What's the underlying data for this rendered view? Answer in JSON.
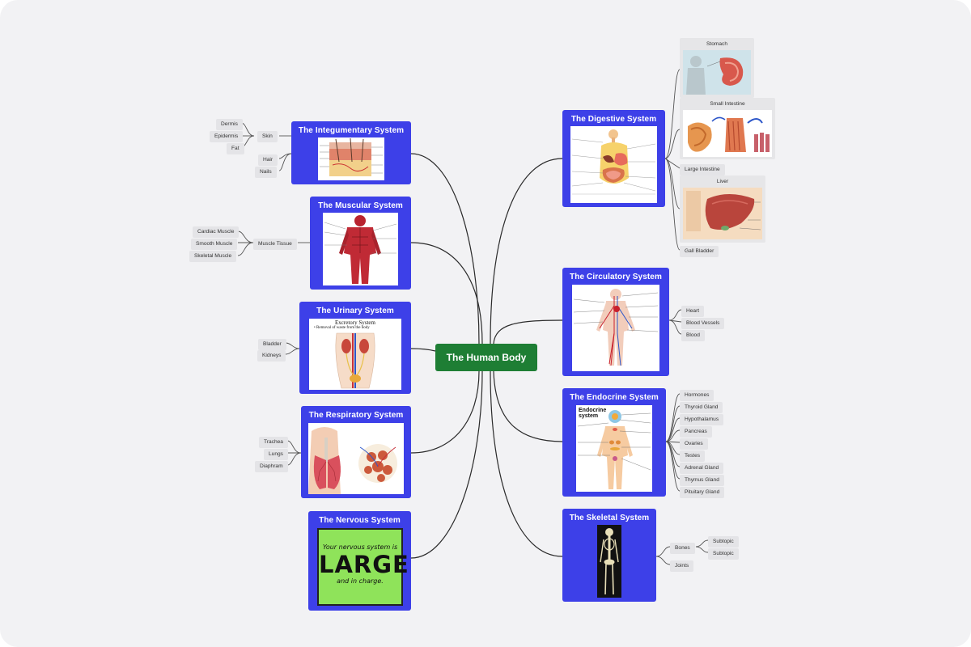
{
  "root": {
    "label": "The Human Body"
  },
  "colors": {
    "topic_fill": "#3d40e8",
    "root_fill": "#1e7e34",
    "connector": "#2b2b2b",
    "canvas": "#f2f2f4"
  },
  "left": {
    "integumentary": {
      "title": "The Integumentary System",
      "skin": "Skin",
      "dermis": "Dermis",
      "epidermis": "Epidermis",
      "fat": "Fat",
      "hair": "Hair",
      "nails": "Nails"
    },
    "muscular": {
      "title": "The Muscular System",
      "muscle_tissue": "Muscle Tissue",
      "cardiac": "Cardiac Muscle",
      "smooth": "Smooth Muscle",
      "skeletal": "Skeletal Muscle"
    },
    "urinary": {
      "title": "The Urinary System",
      "fig_title": "Excretory System",
      "fig_bullet": "Removal of waste from the body",
      "bladder": "Bladder",
      "kidneys": "Kidneys"
    },
    "respiratory": {
      "title": "The Respiratory System",
      "trachea": "Trachea",
      "lungs": "Lungs",
      "diaphram": "Diaphram"
    },
    "nervous": {
      "title": "The Nervous System",
      "poster_line1": "Your nervous system is",
      "poster_big": "LARGE",
      "poster_line3": "and in charge."
    }
  },
  "right": {
    "digestive": {
      "title": "The Digestive System",
      "stomach": "Stomach",
      "small_intestine": "Small Intestine",
      "large_intestine": "Large Intestine",
      "liver": "Liver",
      "gall_bladder": "Gall Bladder"
    },
    "circulatory": {
      "title": "The Circulatory System",
      "heart": "Heart",
      "blood_vessels": "Blood Vessels",
      "blood": "Blood"
    },
    "endocrine": {
      "title": "The Endocrine System",
      "fig_title": "Endocrine system",
      "items": [
        "Hormones",
        "Thyroid Gland",
        "Hypothalamus",
        "Pancreas",
        "Ovaries",
        "Testes",
        "Adrenal Gland",
        "Thymus Gland",
        "Pituitary Gland"
      ]
    },
    "skeletal": {
      "title": "The Skeletal System",
      "bones": "Bones",
      "subtopic1": "Subtopic",
      "subtopic2": "Subtopic",
      "joints": "Joints"
    }
  }
}
